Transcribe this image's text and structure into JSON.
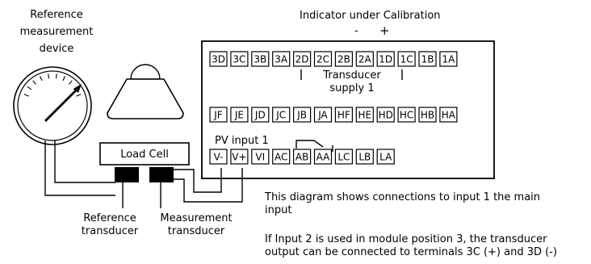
{
  "title": "Indicator under Calibration",
  "polarity": {
    "minus": "-",
    "plus": "+"
  },
  "reference_device_label": [
    "Reference",
    "measurement",
    "device"
  ],
  "load_cell_label": "Load Cell",
  "transducer_supply_label": [
    "Transducer",
    "supply 1"
  ],
  "pv_input_label": "PV  input 1",
  "terminal_rows": [
    [
      "3D",
      "3C",
      "3B",
      "3A",
      "2D",
      "2C",
      "2B",
      "2A",
      "1D",
      "1C",
      "1B",
      "1A"
    ],
    [
      "JF",
      "JE",
      "JD",
      "JC",
      "JB",
      "JA",
      "HF",
      "HE",
      "HD",
      "HC",
      "HB",
      "HA"
    ],
    [
      "V-",
      "V+",
      "VI",
      "AC",
      "AB",
      "AA",
      "LC",
      "LB",
      "LA"
    ]
  ],
  "reference_transducer_label": [
    "Reference",
    "transducer"
  ],
  "measurement_transducer_label": [
    "Measurement",
    "transducer"
  ],
  "notes": {
    "line1": "This diagram shows connections to input 1 the main",
    "line2": "input",
    "line3": "If Input 2 is used in module position 3, the transducer",
    "line4": "output  can be connected to terminals 3C (+) and 3D (-)"
  }
}
